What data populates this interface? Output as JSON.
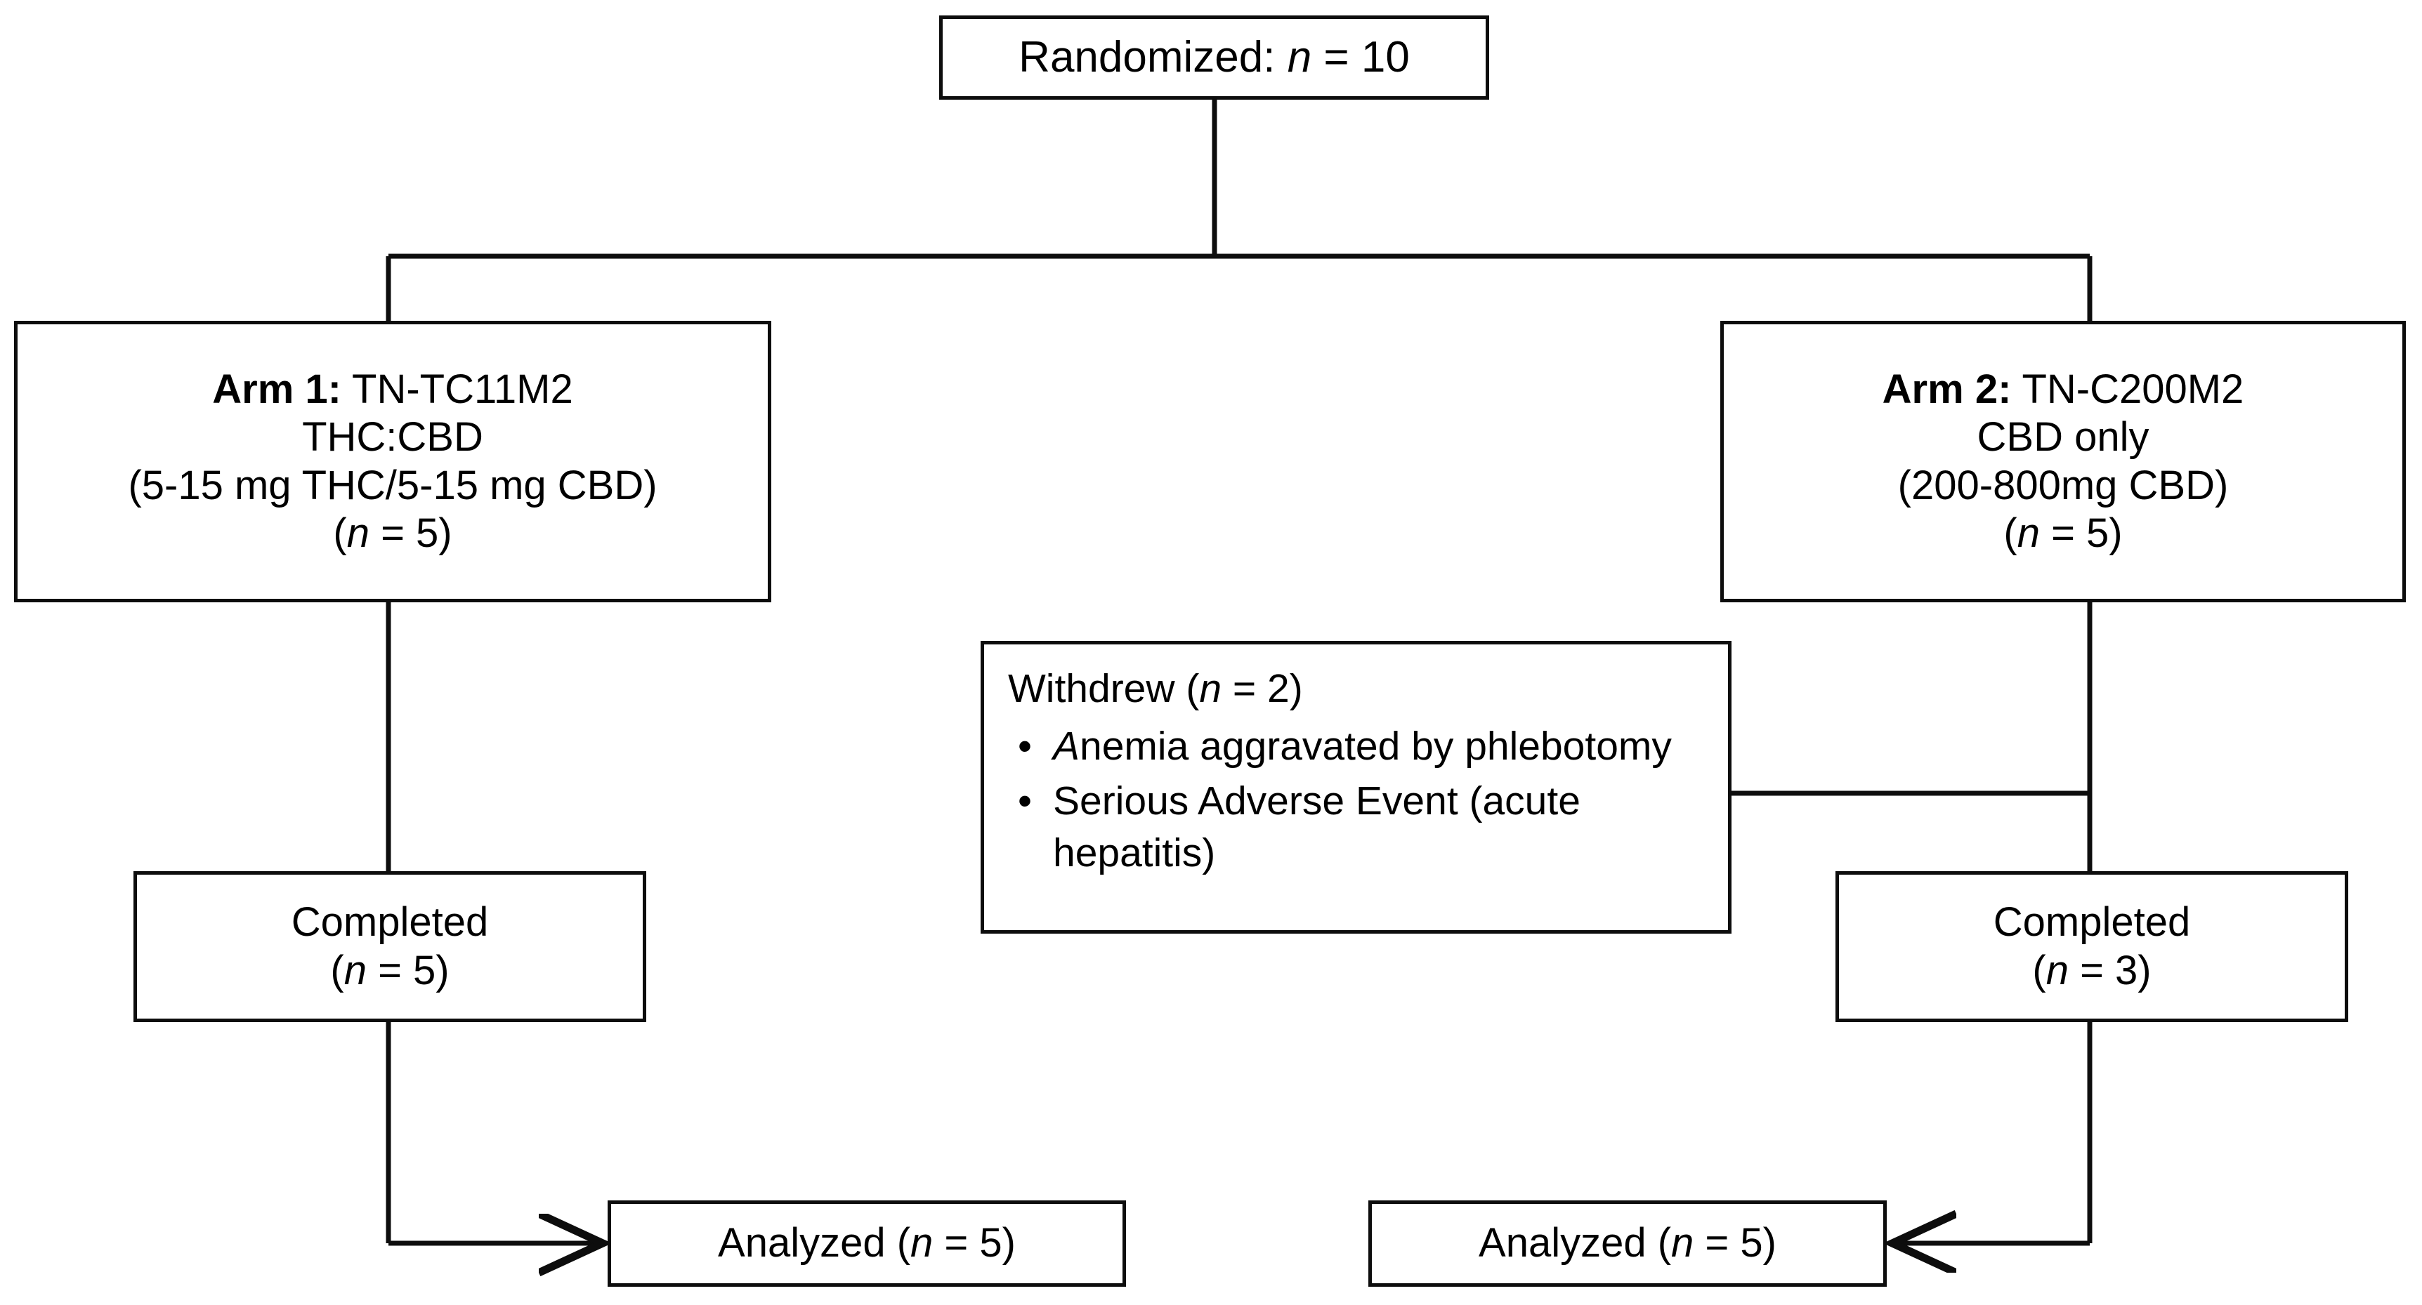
{
  "diagram": {
    "title": "CONSORT participant flow diagram",
    "type": "flowchart",
    "line_color": "#0d0d0d",
    "background_color": "#ffffff"
  },
  "nodes": {
    "randomized": {
      "label_prefix": "Randomized: ",
      "n_symbol": "n",
      "n_value": " = 10"
    },
    "arm1": {
      "line1_bold": "Arm 1:",
      "line1_rest": " TN-TC11M2",
      "line2": "THC:CBD",
      "line3": "(5-15 mg THC/5-15 mg CBD)",
      "line4_open": "(",
      "line4_n": "n",
      "line4_close": " = 5)"
    },
    "arm2": {
      "line1_bold": "Arm 2:",
      "line1_rest": " TN-C200M2",
      "line2": "CBD only",
      "line3": "(200-800mg CBD)",
      "line4_open": "(",
      "line4_n": "n",
      "line4_close": " = 5)"
    },
    "withdrew": {
      "heading_prefix": "Withdrew (",
      "heading_n": "n",
      "heading_suffix": " = 2)",
      "bullet_glyph": "•",
      "items": [
        {
          "italic_part": "A",
          "rest": "nemia aggravated by phlebotomy"
        },
        {
          "italic_part": "",
          "rest": "Serious Adverse Event (acute hepatitis)"
        }
      ]
    },
    "completed_left": {
      "line1": "Completed",
      "line2_open": "(",
      "line2_n": "n",
      "line2_close": " = 5)"
    },
    "completed_right": {
      "line1": "Completed",
      "line2_open": "(",
      "line2_n": "n",
      "line2_close": " = 3)"
    },
    "analyzed_left": {
      "prefix": "Analyzed (",
      "n_symbol": "n",
      "suffix": " = 5)"
    },
    "analyzed_right": {
      "prefix": "Analyzed (",
      "n_symbol": "n",
      "suffix": " = 5)"
    }
  },
  "chart_data": {
    "type": "flow",
    "title": "Randomized trial participant flow",
    "stages": [
      {
        "stage": "Randomized",
        "n": 10
      },
      {
        "stage": "Arm 1: TN-TC11M2 THC:CBD (5-15 mg THC/5-15 mg CBD)",
        "n": 5
      },
      {
        "stage": "Arm 2: TN-C200M2 CBD only (200-800mg CBD)",
        "n": 5
      },
      {
        "stage": "Withdrew (Arm 2)",
        "n": 2
      },
      {
        "stage": "Completed (Arm 1)",
        "n": 5
      },
      {
        "stage": "Completed (Arm 2)",
        "n": 3
      },
      {
        "stage": "Analyzed (Arm 1)",
        "n": 5
      },
      {
        "stage": "Analyzed (Arm 2)",
        "n": 5
      }
    ],
    "withdrawal_reasons": [
      "Anemia aggravated by phlebotomy",
      "Serious Adverse Event (acute hepatitis)"
    ]
  }
}
